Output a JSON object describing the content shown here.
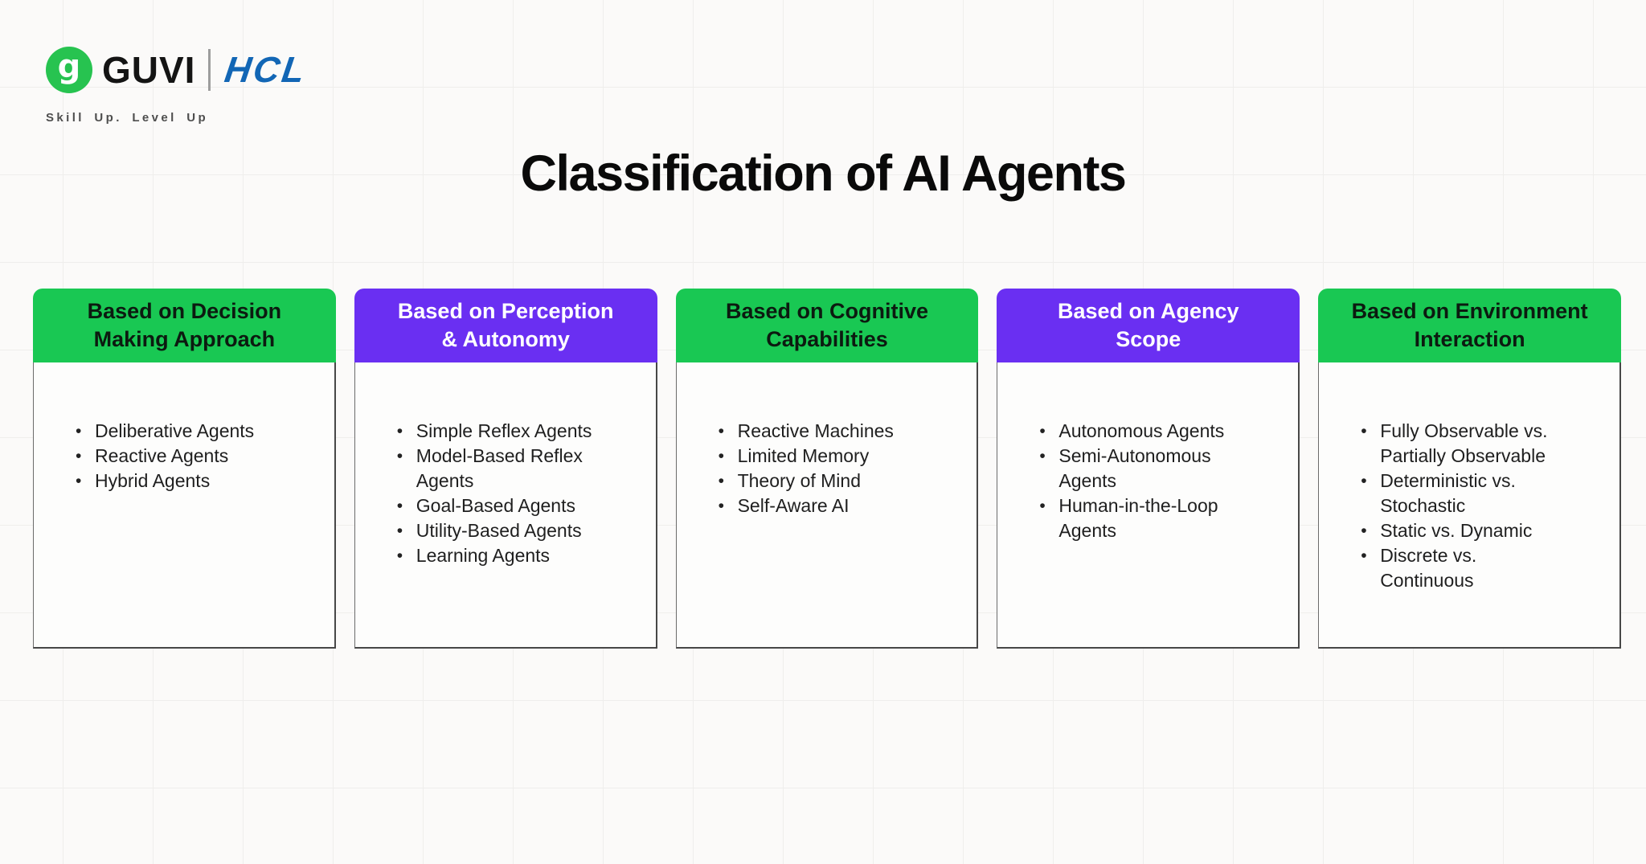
{
  "header": {
    "logo": {
      "glyph_letter": "g",
      "brand": "GUVI",
      "partner": "HCL",
      "tagline": "Skill Up. Level Up"
    },
    "title": "Classification of AI Agents"
  },
  "cards": [
    {
      "title": "Based on Decision Making Approach",
      "title_lines": [
        "Based on Decision",
        "Making Approach"
      ],
      "header_color": "green",
      "items": [
        "Deliberative Agents",
        "Reactive Agents",
        "Hybrid Agents"
      ]
    },
    {
      "title": "Based on Perception & Autonomy",
      "title_lines": [
        "Based on Perception",
        "& Autonomy"
      ],
      "header_color": "purple",
      "items": [
        "Simple Reflex Agents",
        "Model-Based Reflex Agents",
        "Goal-Based Agents",
        "Utility-Based Agents",
        "Learning Agents"
      ]
    },
    {
      "title": "Based on Cognitive Capabilities",
      "title_lines": [
        "Based on Cognitive",
        "Capabilities"
      ],
      "header_color": "green",
      "items": [
        "Reactive Machines",
        "Limited Memory",
        "Theory of Mind",
        "Self-Aware AI"
      ]
    },
    {
      "title": "Based on Agency Scope",
      "title_lines": [
        "Based on Agency",
        "Scope"
      ],
      "header_color": "purple",
      "items": [
        "Autonomous Agents",
        "Semi-Autonomous Agents",
        "Human-in-the-Loop Agents"
      ]
    },
    {
      "title": "Based on Environment Interaction",
      "title_lines": [
        "Based on Environment",
        "Interaction"
      ],
      "header_color": "green",
      "items": [
        "Fully Observable vs. Partially Observable",
        "Deterministic vs. Stochastic",
        "Static vs. Dynamic",
        "Discrete vs. Continuous"
      ]
    }
  ],
  "colors": {
    "card_green": "#19c853",
    "card_purple": "#6a2ff2",
    "logo_green": "#27c350",
    "hcl_blue": "#1266b5"
  }
}
